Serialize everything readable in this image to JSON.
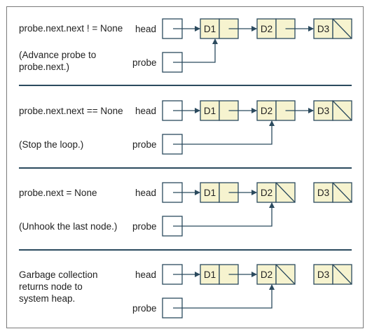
{
  "pointer_names": {
    "head": "head",
    "probe": "probe"
  },
  "panels": [
    {
      "condition": "probe.next.next ! = None",
      "note_lines": [
        "(Advance probe to",
        "probe.next.)"
      ],
      "nodes": [
        {
          "label": "D1",
          "next_null": false
        },
        {
          "label": "D2",
          "next_null": false
        },
        {
          "label": "D3",
          "next_null": true
        }
      ],
      "probe_points_to": "D1",
      "last_link_unhooked": false
    },
    {
      "condition": "probe.next.next == None",
      "note_lines": [
        "(Stop the loop.)"
      ],
      "nodes": [
        {
          "label": "D1",
          "next_null": false
        },
        {
          "label": "D2",
          "next_null": false
        },
        {
          "label": "D3",
          "next_null": true
        }
      ],
      "probe_points_to": "D2",
      "last_link_unhooked": false
    },
    {
      "condition": "probe.next  =  None",
      "note_lines": [
        "(Unhook the last node.)"
      ],
      "nodes": [
        {
          "label": "D1",
          "next_null": false
        },
        {
          "label": "D2",
          "next_null": true
        },
        {
          "label": "D3",
          "next_null": true
        }
      ],
      "probe_points_to": "D2",
      "last_link_unhooked": true
    },
    {
      "condition": "",
      "note_lines": [
        "Garbage collection",
        "returns node to",
        "system heap."
      ],
      "nodes": [
        {
          "label": "D1",
          "next_null": false
        },
        {
          "label": "D2",
          "next_null": true
        },
        {
          "label": "D3",
          "next_null": true
        }
      ],
      "probe_points_to": "D2",
      "last_link_unhooked": true
    }
  ],
  "colors": {
    "node_fill": "#f6f3cf",
    "line": "#2b4a5e",
    "border": "#7a7a7a"
  }
}
